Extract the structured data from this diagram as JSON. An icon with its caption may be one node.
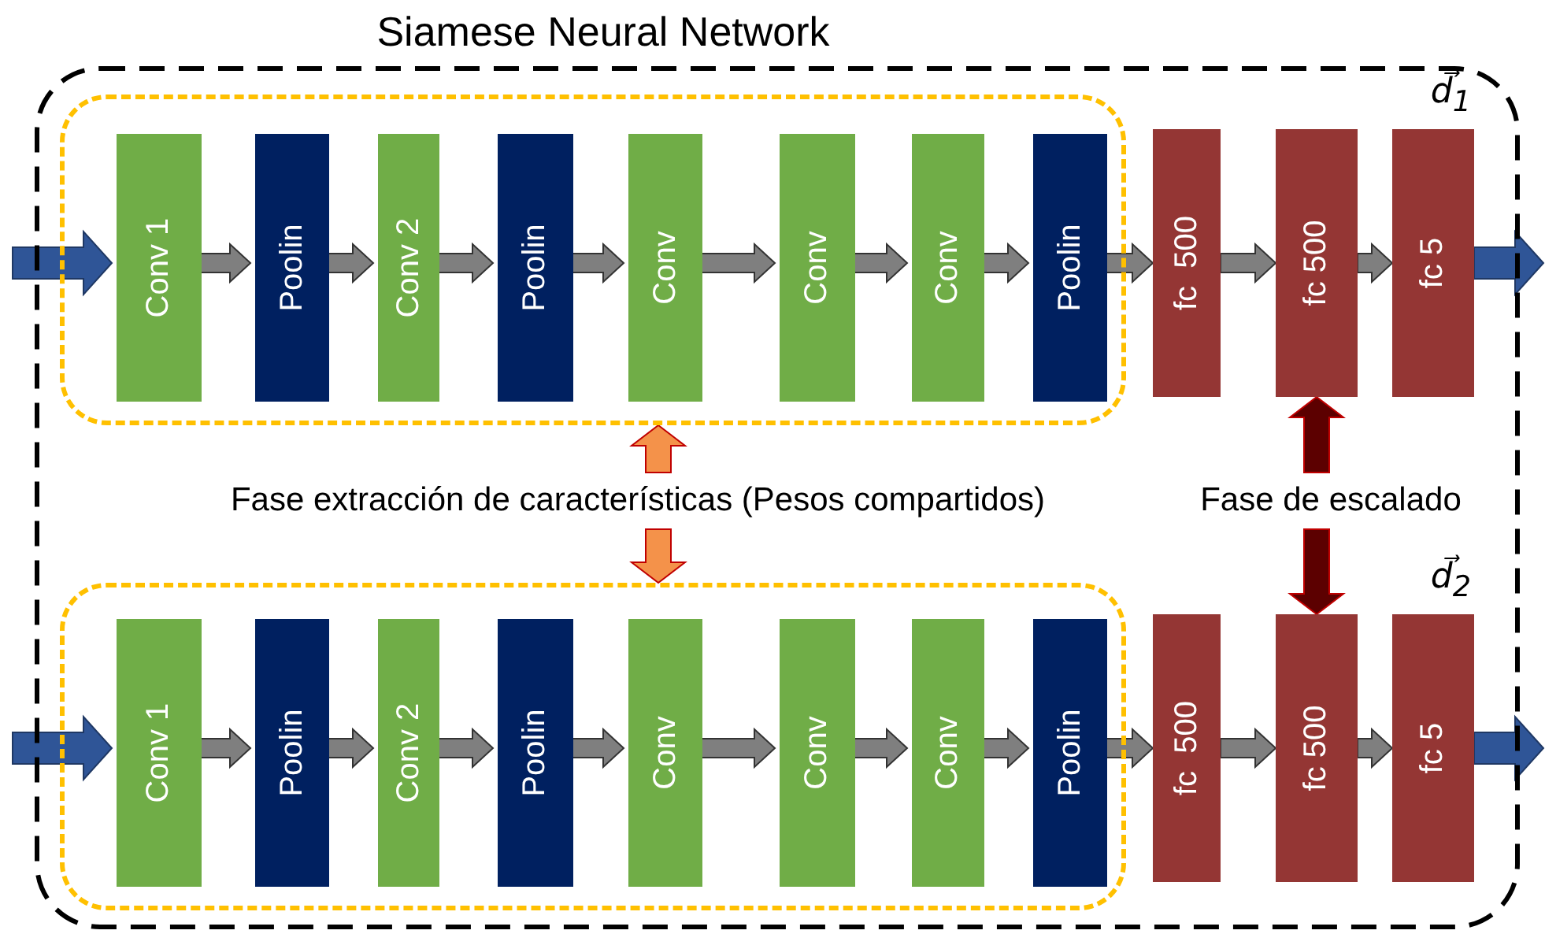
{
  "diagram": {
    "title": "Siamese Neural Network",
    "nodes": [
      {
        "text": [],
        "shape": "box"
      },
      {
        "text": [],
        "shape": "box",
        "in": 0
      },
      {
        "text": [
          "Conv 1"
        ],
        "in": 1
      },
      {
        "text": [
          "Poolin"
        ],
        "in": 1
      },
      {
        "text": [
          "Conv 2"
        ],
        "in": 1
      },
      {
        "text": [
          "Poolin"
        ],
        "in": 1
      },
      {
        "text": [
          "Conv"
        ],
        "in": 1
      },
      {
        "text": [
          "Conv"
        ],
        "in": 1
      },
      {
        "text": [
          "Conv"
        ],
        "in": 1
      },
      {
        "text": [
          "Poolin"
        ],
        "in": 1
      },
      {
        "text": [
          "fc  500"
        ],
        "in": 0
      },
      {
        "text": [
          "fc 500"
        ],
        "in": 0
      },
      {
        "text": [
          "fc 5"
        ],
        "in": 0,
        "beside": [
          "d⃗$_{1}$"
        ]
      },
      {
        "text": [],
        "shape": "box",
        "in": 0
      },
      {
        "text": [
          "Conv 1"
        ],
        "in": 13
      },
      {
        "text": [
          "Poolin"
        ],
        "in": 13
      },
      {
        "text": [
          "Conv 2"
        ],
        "in": 13
      },
      {
        "text": [
          "Poolin"
        ],
        "in": 13
      },
      {
        "text": [
          "Conv"
        ],
        "in": 13
      },
      {
        "text": [
          "Conv"
        ],
        "in": 13
      },
      {
        "text": [
          "Conv"
        ],
        "in": 13
      },
      {
        "text": [
          "Poolin"
        ],
        "in": 13
      },
      {
        "text": [
          "fc  500"
        ],
        "in": 0
      },
      {
        "text": [
          "fc 500"
        ],
        "in": 0
      },
      {
        "text": [
          "fc 5"
        ],
        "in": 0,
        "beside": [
          "d⃗$_{2}$"
        ]
      },
      {
        "text": [
          "Fase extracción de características (Pesos compartidos)"
        ],
        "in": 0
      },
      {
        "text": [
          "Fase de escalado"
        ],
        "in": 0
      }
    ],
    "edges": [
      {
        "from": null,
        "to": 2,
        "arrow": "to",
        "style": "thick",
        "color": "#2f5597"
      },
      {
        "from": 2,
        "to": 3,
        "arrow": "to"
      },
      {
        "from": 3,
        "to": 4,
        "arrow": "to"
      },
      {
        "from": 4,
        "to": 5,
        "arrow": "to"
      },
      {
        "from": 5,
        "to": 6,
        "arrow": "to"
      },
      {
        "from": 6,
        "to": 7,
        "arrow": "to"
      },
      {
        "from": 7,
        "to": 8,
        "arrow": "to"
      },
      {
        "from": 8,
        "to": 9,
        "arrow": "to"
      },
      {
        "from": 9,
        "to": 10,
        "arrow": "to"
      },
      {
        "from": 10,
        "to": 11,
        "arrow": "to"
      },
      {
        "from": 11,
        "to": 12,
        "arrow": "to"
      },
      {
        "from": 12,
        "to": null,
        "arrow": "to",
        "style": "thick",
        "color": "#2f5597"
      },
      {
        "from": null,
        "to": 14,
        "arrow": "to",
        "style": "thick",
        "color": "#2f5597"
      },
      {
        "from": 14,
        "to": 15,
        "arrow": "to"
      },
      {
        "from": 15,
        "to": 16,
        "arrow": "to"
      },
      {
        "from": 16,
        "to": 17,
        "arrow": "to"
      },
      {
        "from": 17,
        "to": 18,
        "arrow": "to"
      },
      {
        "from": 18,
        "to": 19,
        "arrow": "to"
      },
      {
        "from": 19,
        "to": 20,
        "arrow": "to"
      },
      {
        "from": 20,
        "to": 21,
        "arrow": "to"
      },
      {
        "from": 21,
        "to": 22,
        "arrow": "to"
      },
      {
        "from": 22,
        "to": 23,
        "arrow": "to"
      },
      {
        "from": 23,
        "to": 24,
        "arrow": "to"
      },
      {
        "from": 24,
        "to": null,
        "arrow": "to",
        "style": "thick",
        "color": "#2f5597"
      },
      {
        "from": 25,
        "to": 1,
        "arrow": "to",
        "color": "#f4924a"
      },
      {
        "from": 25,
        "to": 13,
        "arrow": "to",
        "color": "#f4924a"
      },
      {
        "from": 26,
        "to": 11,
        "arrow": "to",
        "color": "#5c0000"
      },
      {
        "from": 26,
        "to": 23,
        "arrow": "to",
        "color": "#5c0000"
      }
    ]
  }
}
